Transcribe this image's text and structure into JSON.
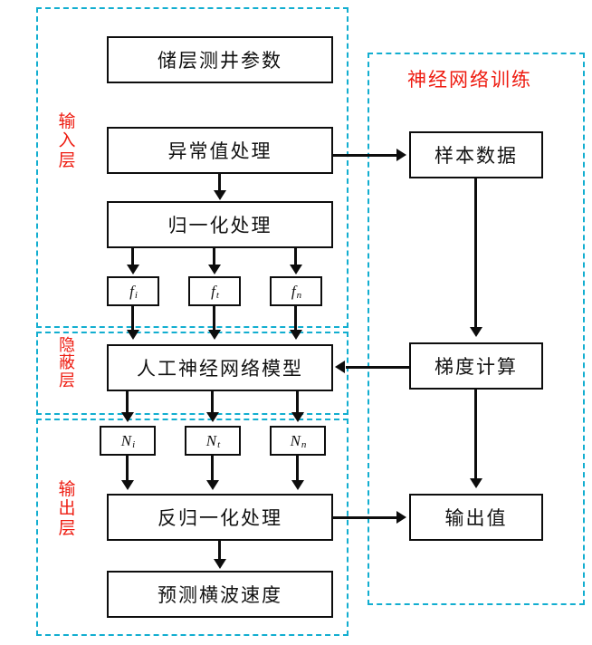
{
  "diagram": {
    "title": "Artificial neural network shear-wave velocity prediction flowchart",
    "accent_dashed_color": "#12aed0",
    "label_color": "#ee1c11",
    "line_color": "#0d0d0d"
  },
  "regions": {
    "input_layer": {
      "label": "输入层",
      "chars": [
        "输",
        "入",
        "层"
      ]
    },
    "hidden_layer": {
      "label": "隐蔽层",
      "chars": [
        "隐",
        "蔽",
        "层"
      ]
    },
    "output_layer": {
      "label": "输出层",
      "chars": [
        "输",
        "出",
        "层"
      ]
    },
    "training": {
      "label": "神经网络训练"
    }
  },
  "boxes": {
    "reservoir_log_params": "储层测井参数",
    "outlier_processing": "异常值处理",
    "normalization": "归一化处理",
    "feature_i": {
      "base": "f",
      "sub": "i"
    },
    "feature_t": {
      "base": "f",
      "sub": "t"
    },
    "feature_n": {
      "base": "f",
      "sub": "n"
    },
    "ann_model": "人工神经网络模型",
    "neuron_i": {
      "base": "N",
      "sub": "i"
    },
    "neuron_t": {
      "base": "N",
      "sub": "t"
    },
    "neuron_n": {
      "base": "N",
      "sub": "n"
    },
    "denormalization": "反归一化处理",
    "predicted_vs": "预测横波速度",
    "sample_data": "样本数据",
    "gradient_calc": "梯度计算",
    "output_value": "输出值"
  }
}
